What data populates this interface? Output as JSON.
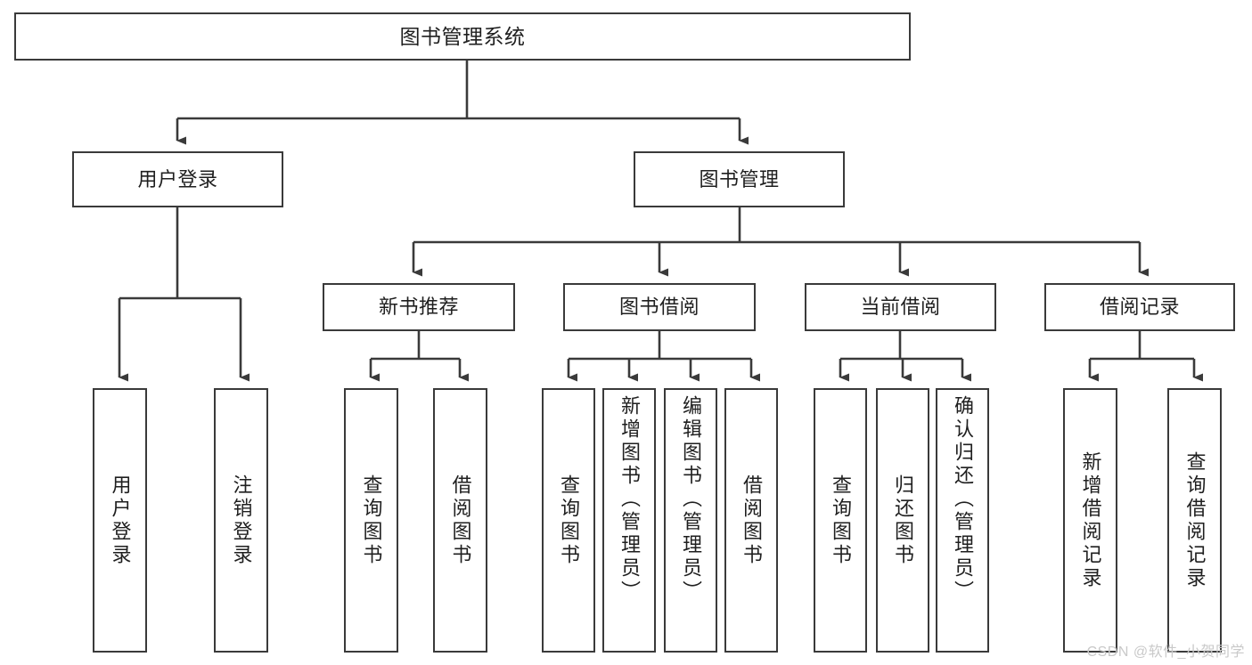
{
  "diagram": {
    "title": "图书管理系统",
    "type": "hierarchy-tree",
    "root": {
      "label": "图书管理系统"
    },
    "level2": [
      {
        "label": "用户登录"
      },
      {
        "label": "图书管理"
      }
    ],
    "level3": [
      {
        "label": "新书推荐"
      },
      {
        "label": "图书借阅"
      },
      {
        "label": "当前借阅"
      },
      {
        "label": "借阅记录"
      }
    ],
    "leaves": {
      "user_login": [
        {
          "label": "用户登录"
        },
        {
          "label": "注销登录"
        }
      ],
      "new_book_recommend": [
        {
          "label": "查询图书"
        },
        {
          "label": "借阅图书"
        }
      ],
      "book_borrow": [
        {
          "label": "查询图书"
        },
        {
          "label": "新增图书（管理员）"
        },
        {
          "label": "编辑图书（管理员）"
        },
        {
          "label": "借阅图书"
        }
      ],
      "current_borrow": [
        {
          "label": "查询图书"
        },
        {
          "label": "归还图书"
        },
        {
          "label": "确认归还（管理员）"
        }
      ],
      "borrow_record": [
        {
          "label": "新增借阅记录"
        },
        {
          "label": "查询借阅记录"
        }
      ]
    },
    "colors": {
      "border": "#3a3a3a",
      "background": "#ffffff",
      "text": "#1f1f1f",
      "watermark": "#c9c9c9"
    }
  },
  "watermark": {
    "text": "CSDN @软件_小贺同学"
  }
}
